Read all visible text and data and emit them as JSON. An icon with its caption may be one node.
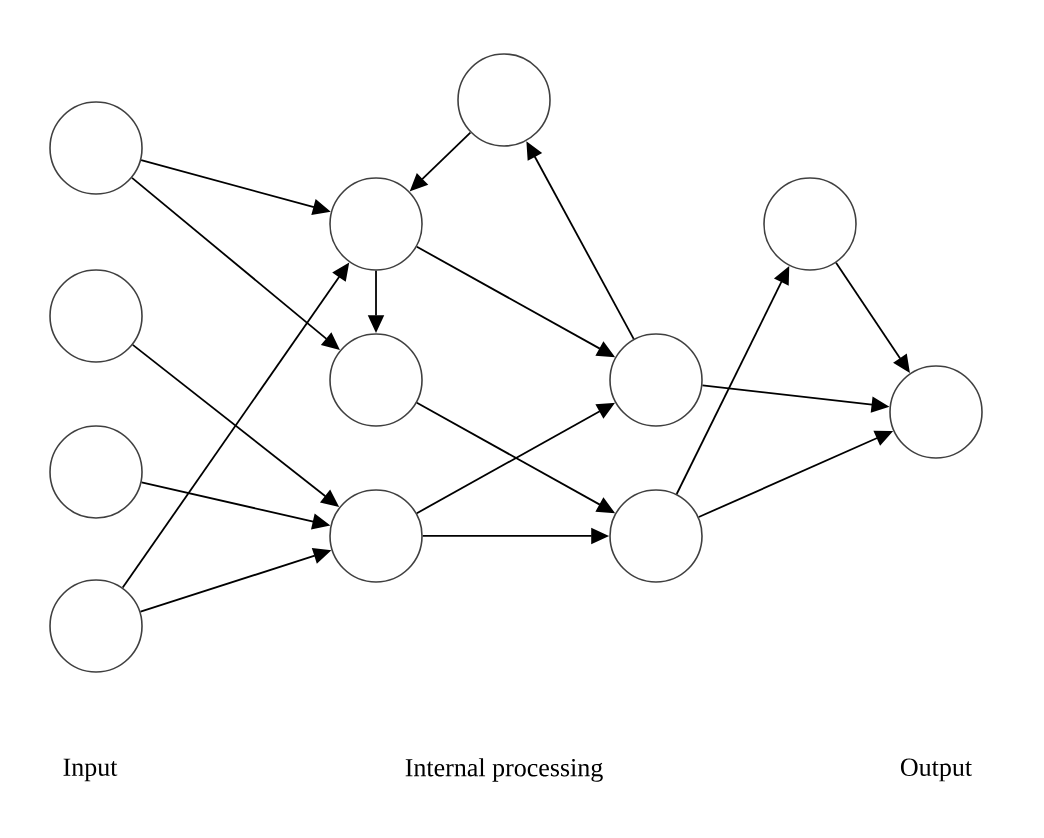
{
  "diagram": {
    "nodes": [
      {
        "text": [],
        "shape": "circle"
      },
      {
        "text": [],
        "shape": "circle"
      },
      {
        "text": [],
        "shape": "circle"
      },
      {
        "text": [],
        "shape": "circle"
      },
      {
        "text": [],
        "shape": "circle"
      },
      {
        "text": [],
        "shape": "circle"
      },
      {
        "text": [],
        "shape": "circle"
      },
      {
        "text": [],
        "shape": "circle"
      },
      {
        "text": [],
        "shape": "circle"
      },
      {
        "text": [],
        "shape": "circle"
      },
      {
        "text": [],
        "shape": "circle"
      },
      {
        "text": [],
        "shape": "circle"
      }
    ],
    "edges": [
      {
        "from": 0,
        "to": 5,
        "arrow": "to"
      },
      {
        "from": 0,
        "to": 6,
        "arrow": "to"
      },
      {
        "from": 1,
        "to": 7,
        "arrow": "to"
      },
      {
        "from": 2,
        "to": 7,
        "arrow": "to"
      },
      {
        "from": 3,
        "to": 7,
        "arrow": "to"
      },
      {
        "from": 3,
        "to": 5,
        "arrow": "to"
      },
      {
        "from": 4,
        "to": 5,
        "arrow": "to"
      },
      {
        "from": 5,
        "to": 6,
        "arrow": "to"
      },
      {
        "from": 5,
        "to": 8,
        "arrow": "to"
      },
      {
        "from": 8,
        "to": 4,
        "arrow": "to"
      },
      {
        "from": 6,
        "to": 9,
        "arrow": "to"
      },
      {
        "from": 7,
        "to": 8,
        "arrow": "to"
      },
      {
        "from": 7,
        "to": 9,
        "arrow": "to"
      },
      {
        "from": 8,
        "to": 11,
        "arrow": "to"
      },
      {
        "from": 9,
        "to": 10,
        "arrow": "to"
      },
      {
        "from": 9,
        "to": 11,
        "arrow": "to"
      },
      {
        "from": 10,
        "to": 11,
        "arrow": "to"
      }
    ],
    "labels": [
      "Input",
      "Internal processing",
      "Output"
    ]
  }
}
